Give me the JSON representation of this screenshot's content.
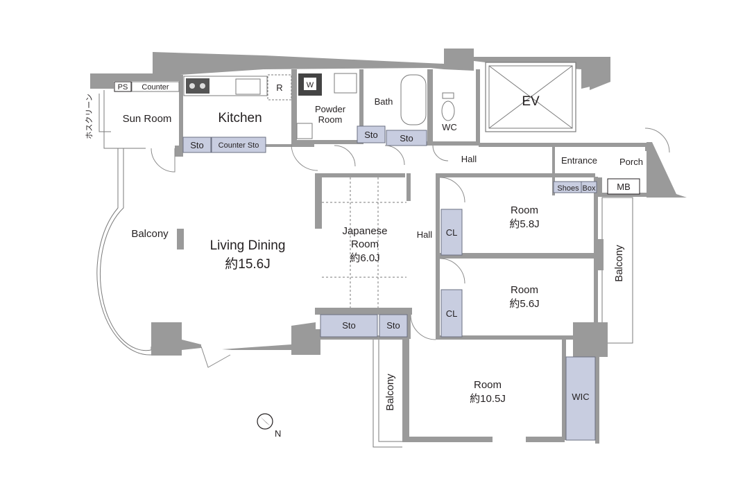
{
  "rooms": {
    "kitchen": "Kitchen",
    "sun_room": "Sun Room",
    "powder_room_line1": "Powder",
    "powder_room_line2": "Room",
    "bath": "Bath",
    "wc": "WC",
    "ev": "EV",
    "hall_top": "Hall",
    "hall_mid": "Hall",
    "entrance": "Entrance",
    "porch": "Porch",
    "mb": "MB",
    "shoes_box_1": "Shoes",
    "shoes_box_2": "Box",
    "living_dining": "Living Dining",
    "living_dining_size": "約15.6J",
    "japanese_line1": "Japanese",
    "japanese_line2": "Room",
    "japanese_size": "約6.0J",
    "room_a": "Room",
    "room_a_size": "約5.8J",
    "room_b": "Room",
    "room_b_size": "約5.6J",
    "room_c": "Room",
    "room_c_size": "約10.5J",
    "balcony_left": "Balcony",
    "balcony_right": "Balcony",
    "balcony_bottom": "Balcony",
    "hose_screen": "ホスクリーン"
  },
  "fixtures": {
    "ps": "PS",
    "counter": "Counter",
    "refrigerator": "R",
    "washer": "W",
    "sto_kitchen": "Sto",
    "counter_sto": "Counter Sto",
    "sto_bath_1": "Sto",
    "sto_bath_2": "Sto",
    "sto_jp_1": "Sto",
    "sto_jp_2": "Sto",
    "cl_a": "CL",
    "cl_b": "CL",
    "wic": "WIC"
  },
  "compass": {
    "label": "N"
  },
  "colors": {
    "wall": "#9a9a9a",
    "storage": "#c8cde0",
    "text": "#231f20"
  }
}
